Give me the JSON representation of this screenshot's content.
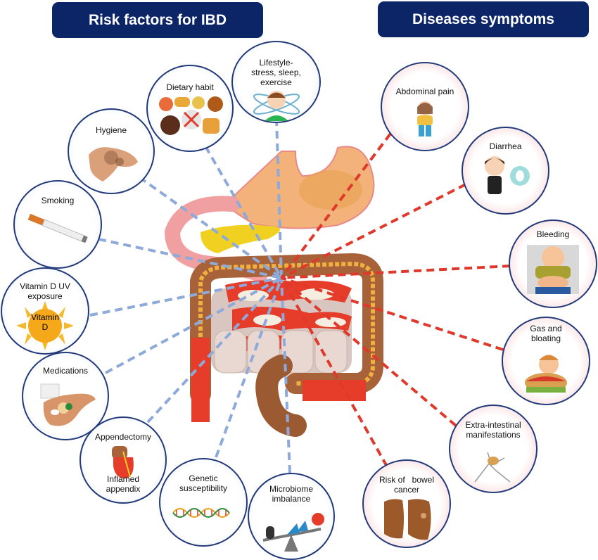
{
  "headers": {
    "risk_title": "Risk factors for IBD",
    "symptoms_title": "Diseases symptoms"
  },
  "risk_factors": [
    {
      "label": "Lifestyle-\nstress, sleep,\nexercise",
      "icon": "meditating-person-icon"
    },
    {
      "label": "Dietary habit",
      "icon": "junk-food-icon"
    },
    {
      "label": "Hygiene",
      "icon": "dirty-hand-icon"
    },
    {
      "label": "Smoking",
      "icon": "cigarette-icon"
    },
    {
      "label": "Vitamin D UV\nexposure",
      "icon": "sun-icon",
      "sub_label": "Vitamin\nD"
    },
    {
      "label": "Medications",
      "icon": "pills-in-hand-icon"
    },
    {
      "label": "Appendectomy",
      "icon": "inflamed-appendix-icon",
      "sub_label": "Inflamed\nappendix"
    },
    {
      "label": "Genetic\nsusceptibility",
      "icon": "dna-helix-icon"
    },
    {
      "label": "Microbiome\nimbalance",
      "icon": "microbe-seesaw-icon"
    }
  ],
  "symptoms": [
    {
      "label": "Abdominal pain",
      "icon": "abdominal-pain-person-icon"
    },
    {
      "label": "Diarrhea",
      "icon": "diarrhea-person-icon"
    },
    {
      "label": "Bleeding",
      "icon": "bleeding-person-icon"
    },
    {
      "label": "Gas and\nbloating",
      "icon": "bloated-person-icon"
    },
    {
      "label": "Extra-intestinal\nmanifestations",
      "icon": "joint-icon"
    },
    {
      "label": "Risk of   bowel\ncancer",
      "icon": "bowel-tissue-icon"
    }
  ],
  "colors": {
    "banner": "#0b2566",
    "risk_line": "#8eaadb",
    "symptom_line": "#e0392b",
    "circle_border": "#233a7a",
    "symptom_glow": "#f6c0c3",
    "risk_glow": "#dde7f5"
  }
}
